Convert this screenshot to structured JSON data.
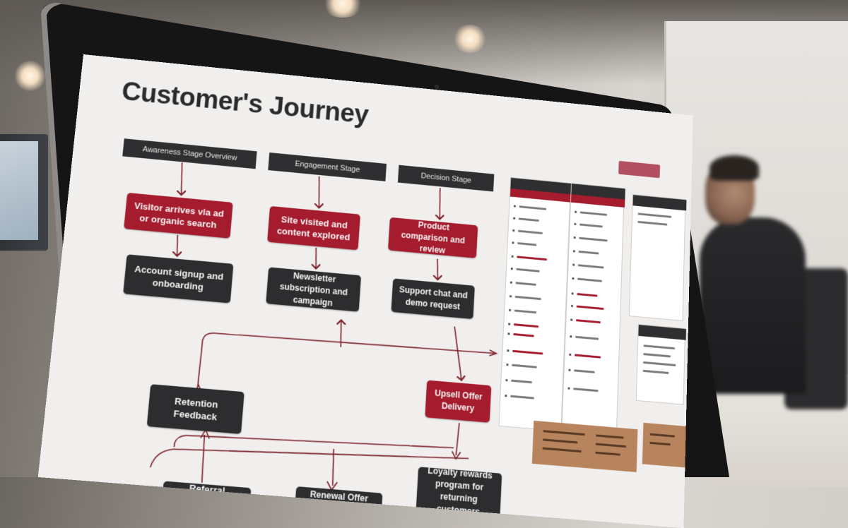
{
  "scene": "laptop showing a flowchart in an office",
  "diagram": {
    "title": "Customer's Journey",
    "header_bars": [
      "Awareness Stage Overview",
      "Engagement Stage",
      "Decision Stage"
    ],
    "red_nodes": [
      "Visitor arrives via ad or organic search",
      "Site visited and content explored",
      "Product comparison and review"
    ],
    "dark_nodes": [
      "Account signup and onboarding",
      "Newsletter subscription and campaign",
      "Support chat and demo request"
    ],
    "feedback_node": "Retention Feedback",
    "loop_node": "Upsell Offer Delivery",
    "bottom_nodes": [
      "Referral Program",
      "Renewal Offer Sent",
      "Loyalty rewards program for returning customers"
    ]
  },
  "colors": {
    "accent": "#a51c2e",
    "dark": "#2d2c2e",
    "screen": "#f1efed",
    "tan": "#b8845e"
  }
}
